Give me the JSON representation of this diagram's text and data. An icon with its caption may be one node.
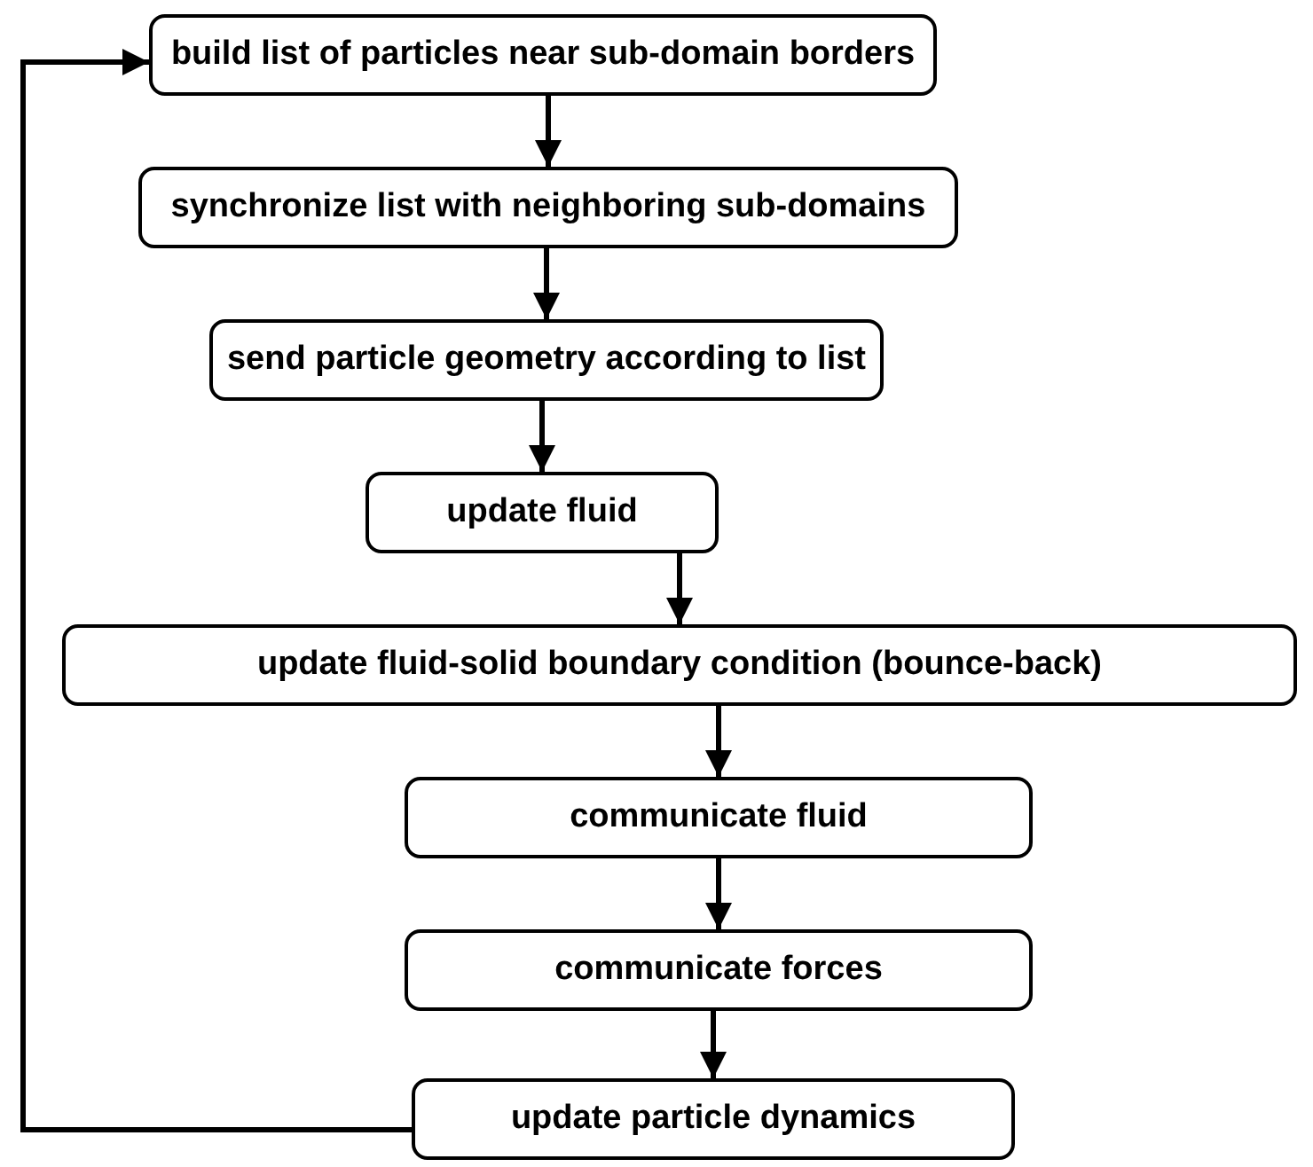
{
  "diagram": {
    "nodes": [
      {
        "text": [
          "build list of particles near sub-domain borders"
        ]
      },
      {
        "text": [
          "synchronize list with neighboring sub-domains"
        ]
      },
      {
        "text": [
          "send particle geometry according to list"
        ]
      },
      {
        "text": [
          "update fluid"
        ]
      },
      {
        "text": [
          "update fluid-solid boundary condition (bounce-back)"
        ]
      },
      {
        "text": [
          "communicate fluid"
        ]
      },
      {
        "text": [
          "communicate forces"
        ]
      },
      {
        "text": [
          "update particle dynamics"
        ]
      }
    ],
    "edges": [
      {
        "from": 0,
        "to": 1,
        "arrow": "to"
      },
      {
        "from": 1,
        "to": 2,
        "arrow": "to"
      },
      {
        "from": 2,
        "to": 3,
        "arrow": "to"
      },
      {
        "from": 3,
        "to": 4,
        "arrow": "to"
      },
      {
        "from": 4,
        "to": 5,
        "arrow": "to"
      },
      {
        "from": 5,
        "to": 6,
        "arrow": "to"
      },
      {
        "from": 6,
        "to": 7,
        "arrow": "to"
      },
      {
        "from": 7,
        "to": 0,
        "arrow": "to"
      }
    ]
  }
}
